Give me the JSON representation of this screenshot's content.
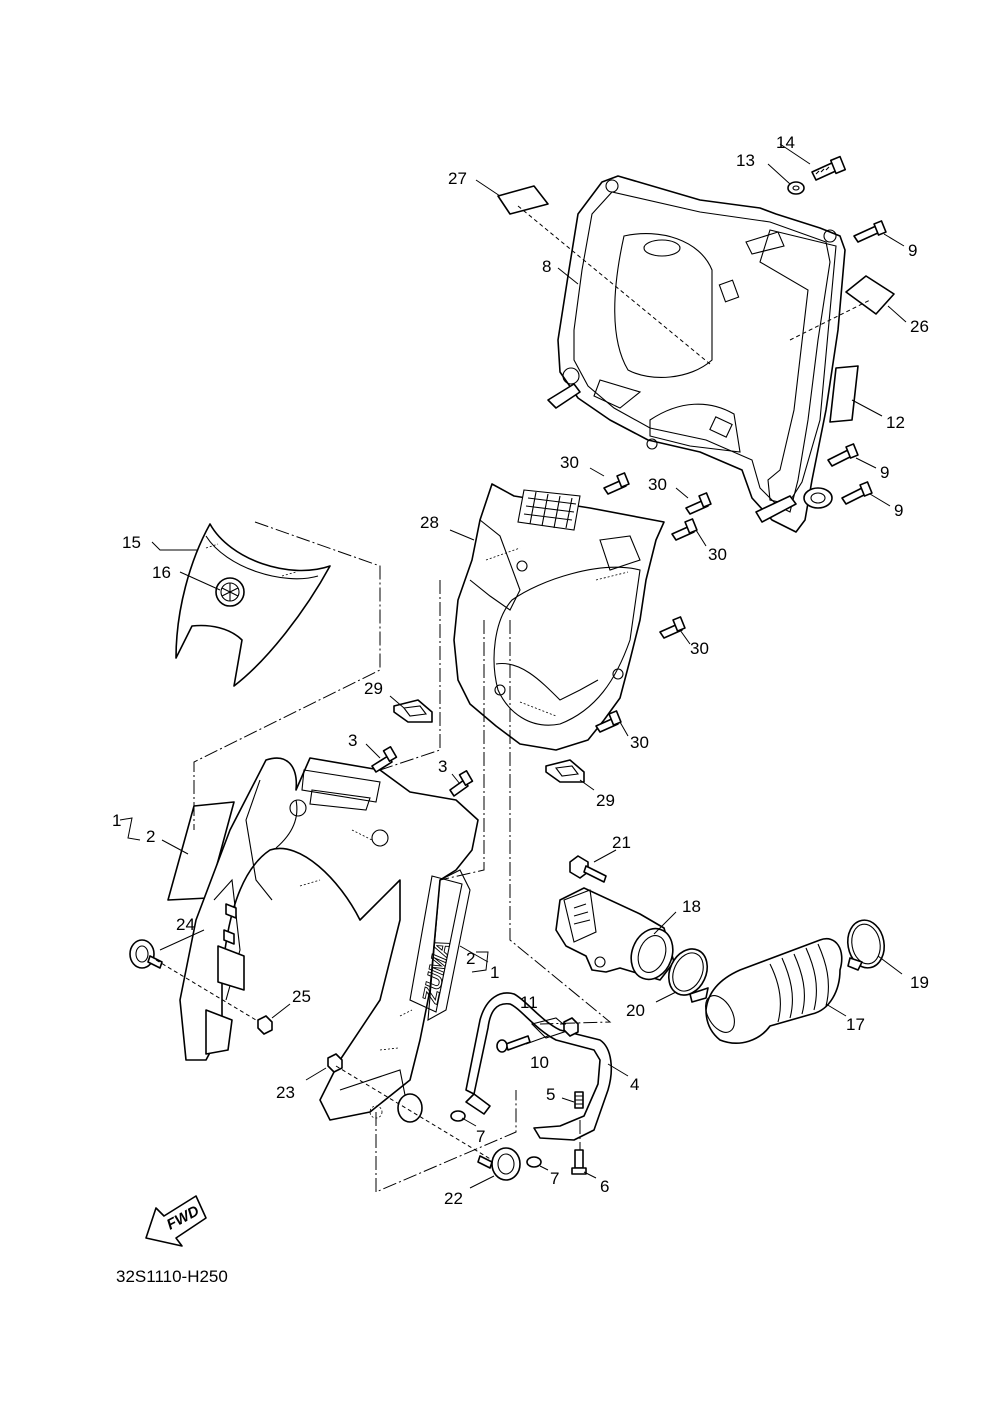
{
  "diagram_id": "32S1110-H250",
  "fwd_label": "FWD",
  "badge_text": "ZUMA",
  "callouts": [
    {
      "id": "c1",
      "text": "1"
    },
    {
      "id": "c1b",
      "text": "1"
    },
    {
      "id": "c2",
      "text": "2"
    },
    {
      "id": "c2b",
      "text": "2"
    },
    {
      "id": "c3a",
      "text": "3"
    },
    {
      "id": "c3b",
      "text": "3"
    },
    {
      "id": "c4",
      "text": "4"
    },
    {
      "id": "c5",
      "text": "5"
    },
    {
      "id": "c6",
      "text": "6"
    },
    {
      "id": "c7a",
      "text": "7"
    },
    {
      "id": "c7b",
      "text": "7"
    },
    {
      "id": "c8",
      "text": "8"
    },
    {
      "id": "c9a",
      "text": "9"
    },
    {
      "id": "c9b",
      "text": "9"
    },
    {
      "id": "c9c",
      "text": "9"
    },
    {
      "id": "c10",
      "text": "10"
    },
    {
      "id": "c11",
      "text": "11"
    },
    {
      "id": "c12",
      "text": "12"
    },
    {
      "id": "c13",
      "text": "13"
    },
    {
      "id": "c14",
      "text": "14"
    },
    {
      "id": "c15",
      "text": "15"
    },
    {
      "id": "c16",
      "text": "16"
    },
    {
      "id": "c17",
      "text": "17"
    },
    {
      "id": "c18",
      "text": "18"
    },
    {
      "id": "c19",
      "text": "19"
    },
    {
      "id": "c20",
      "text": "20"
    },
    {
      "id": "c21",
      "text": "21"
    },
    {
      "id": "c22",
      "text": "22"
    },
    {
      "id": "c23",
      "text": "23"
    },
    {
      "id": "c24",
      "text": "24"
    },
    {
      "id": "c25",
      "text": "25"
    },
    {
      "id": "c26",
      "text": "26"
    },
    {
      "id": "c27",
      "text": "27"
    },
    {
      "id": "c28",
      "text": "28"
    },
    {
      "id": "c29a",
      "text": "29"
    },
    {
      "id": "c29b",
      "text": "29"
    },
    {
      "id": "c30a",
      "text": "30"
    },
    {
      "id": "c30b",
      "text": "30"
    },
    {
      "id": "c30c",
      "text": "30"
    },
    {
      "id": "c30d",
      "text": "30"
    },
    {
      "id": "c30e",
      "text": "30"
    }
  ]
}
